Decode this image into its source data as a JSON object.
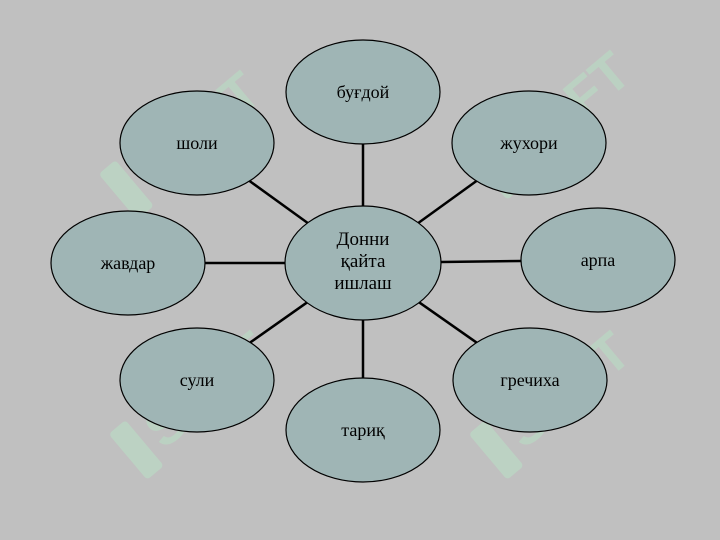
{
  "center": {
    "lines": [
      "Донни",
      "қайта",
      "ишлаш"
    ]
  },
  "nodes": [
    {
      "id": "bugdoy",
      "label": "буғдой"
    },
    {
      "id": "zhukhori",
      "label": "жухори"
    },
    {
      "id": "arpa",
      "label": "арпа"
    },
    {
      "id": "grechikha",
      "label": "гречиха"
    },
    {
      "id": "tariq",
      "label": "тариқ"
    },
    {
      "id": "suli",
      "label": "сули"
    },
    {
      "id": "zhavdar",
      "label": "жавдар"
    },
    {
      "id": "sholi",
      "label": "шоли"
    }
  ],
  "watermark": {
    "text": "SOFT"
  },
  "colors": {
    "background": "#c0c0c0",
    "ellipse_fill": "#9fb5b5",
    "stroke": "#000000",
    "watermark": "#b8e0c4"
  }
}
